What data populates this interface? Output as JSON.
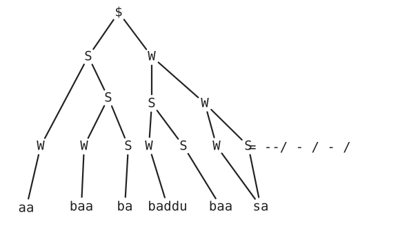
{
  "tree": {
    "nodes": [
      {
        "id": "root",
        "label": "$"
      },
      {
        "id": "s1",
        "label": "S"
      },
      {
        "id": "w1",
        "label": "W"
      },
      {
        "id": "s2",
        "label": "S"
      },
      {
        "id": "s3",
        "label": "S"
      },
      {
        "id": "w2",
        "label": "W"
      },
      {
        "id": "w3",
        "label": "W"
      },
      {
        "id": "w4",
        "label": "W"
      },
      {
        "id": "s4",
        "label": "S"
      },
      {
        "id": "w5",
        "label": "W"
      },
      {
        "id": "s5",
        "label": "S"
      },
      {
        "id": "w6",
        "label": "W"
      },
      {
        "id": "s6",
        "label": "S"
      }
    ],
    "edges": [
      [
        "root",
        "s1"
      ],
      [
        "root",
        "w1"
      ],
      [
        "s1",
        "w3"
      ],
      [
        "s1",
        "s2"
      ],
      [
        "s2",
        "w4"
      ],
      [
        "s2",
        "s4"
      ],
      [
        "w1",
        "s3"
      ],
      [
        "w1",
        "w2"
      ],
      [
        "s3",
        "w5"
      ],
      [
        "s3",
        "s5"
      ],
      [
        "w2",
        "w6"
      ],
      [
        "w2",
        "s6"
      ],
      [
        "w3",
        "leaf1"
      ],
      [
        "w4",
        "leaf2"
      ],
      [
        "s4",
        "leaf3"
      ],
      [
        "w5",
        "leaf4"
      ],
      [
        "s5",
        "leaf5"
      ],
      [
        "w6",
        "leaf6"
      ],
      [
        "s6",
        "leaf7"
      ]
    ],
    "leaves": [
      {
        "id": "leaf1",
        "text": "aa"
      },
      {
        "id": "leaf2",
        "text": "baa"
      },
      {
        "id": "leaf3",
        "text": "ba"
      },
      {
        "id": "leaf4",
        "text": "baddu"
      },
      {
        "id": "leaf5",
        "text": "baa"
      },
      {
        "id": "leaf6",
        "text": "sa"
      }
    ]
  },
  "formula": "= --/ - / - /"
}
